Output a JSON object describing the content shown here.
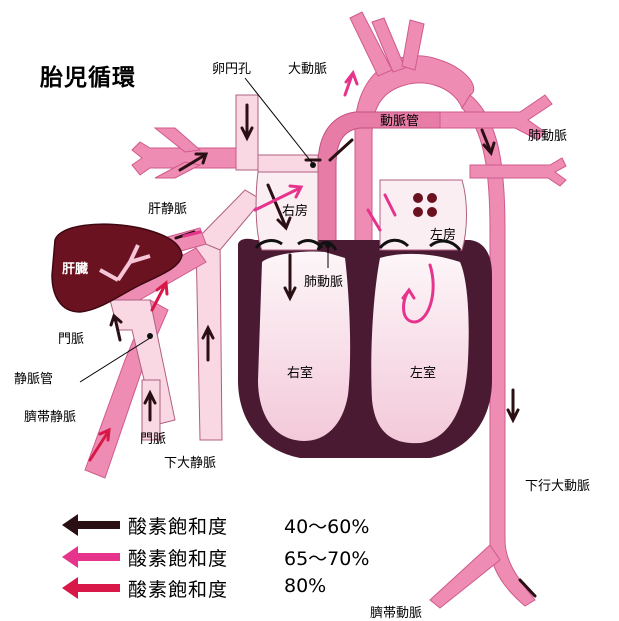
{
  "title": "胎児循環",
  "labels": {
    "foramen_ovale": "卵円孔",
    "aorta": "大動脈",
    "ductus_arteriosus": "動脈管",
    "pulmonary_artery_upper": "肺動脈",
    "hepatic_vein": "肝静脈",
    "right_atrium": "右房",
    "left_atrium": "左房",
    "liver": "肝臓",
    "pulmonary_artery_mid": "肺動脈",
    "portal_vein_upper": "門脈",
    "ductus_venosus": "静脈管",
    "right_ventricle": "右室",
    "left_ventricle": "左室",
    "umbilical_vein": "臍帯静脈",
    "portal_vein_lower": "門脈",
    "inferior_vena_cava": "下大静脈",
    "descending_aorta": "下行大動脈",
    "umbilical_artery": "臍帯動脈"
  },
  "legend": [
    {
      "text": "酸素飽和度",
      "range": "40～60%",
      "color": "#2a0f14"
    },
    {
      "text": "酸素飽和度",
      "range": "65～70%",
      "color": "#e6338c"
    },
    {
      "text": "酸素飽和度",
      "range": "80%",
      "color": "#d81848"
    }
  ],
  "colors": {
    "vessel_pink": "#ee8cb3",
    "vessel_light": "#f9d7e3",
    "heart_dark": "#4a1a33",
    "chamber_fill": "#fbeef3",
    "liver": "#6b1220",
    "arrow_dark": "#2a0f14",
    "arrow_magenta": "#e6338c",
    "arrow_red": "#d81848"
  }
}
